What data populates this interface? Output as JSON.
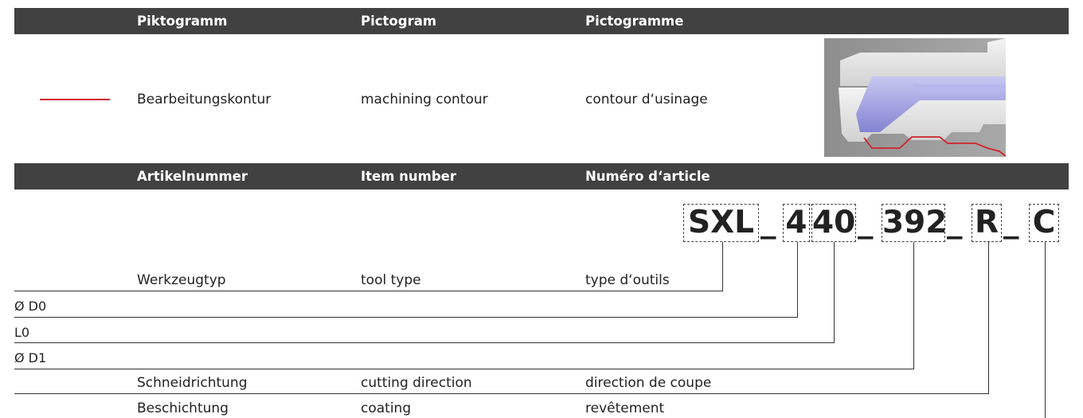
{
  "header1": {
    "col1": "Piktogramm",
    "col2": "Pictogram",
    "col3": "Pictogramme"
  },
  "pictogram_row": {
    "de": "Bearbeitungskontur",
    "en": "machining contour",
    "fr": "contour d‘usinage",
    "line_color": "#d2232a"
  },
  "header2": {
    "col1": "Artikelnummer",
    "col2": "Item number",
    "col3": "Numéro d‘article"
  },
  "code": {
    "segments": [
      "SXL",
      "4",
      "40",
      "392",
      "R",
      "C"
    ],
    "separator": "_"
  },
  "rows": {
    "tool_type": {
      "de": "Werkzeugtyp",
      "en": "tool type",
      "fr": "type d‘outils"
    },
    "d0": "Ø D0",
    "l0": "L0",
    "d1": "Ø D1",
    "cutting_direction": {
      "de": "Schneidrichtung",
      "en": "cutting direction",
      "fr": "direction de coupe"
    },
    "coating": {
      "de": "Beschichtung",
      "en": "coating",
      "fr": "revêtement"
    }
  },
  "colors": {
    "header_bg": "#414141",
    "header_text": "#ffffff",
    "accent": "#d2232a",
    "tool_violet": "#9a9ae0"
  }
}
